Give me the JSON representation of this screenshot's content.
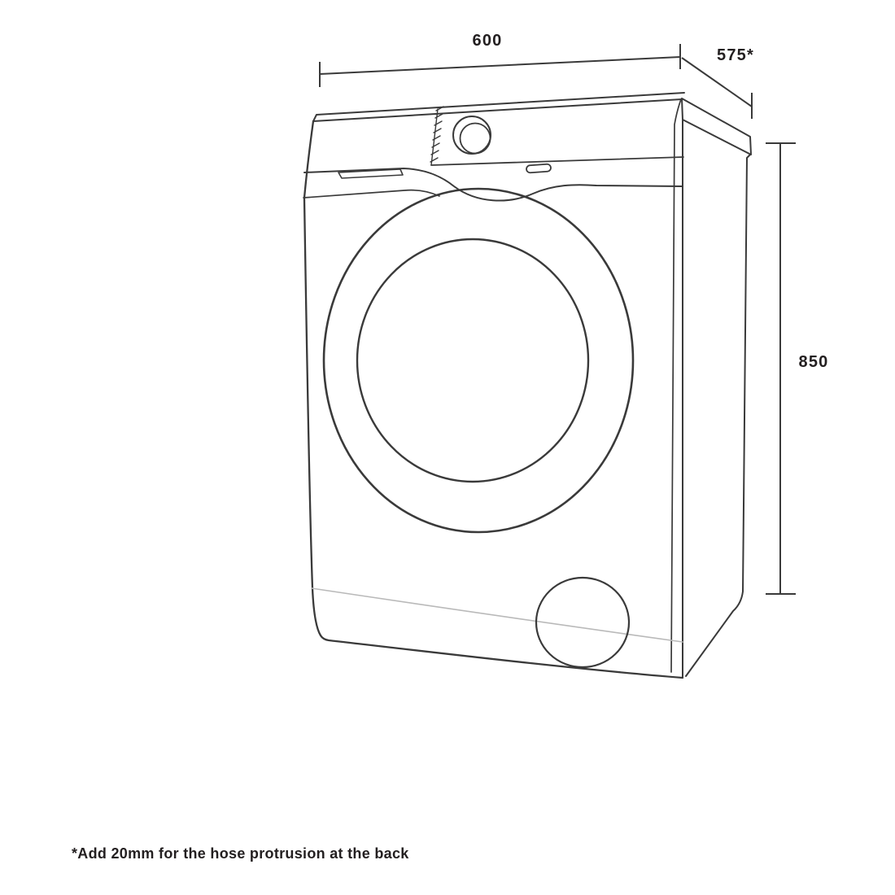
{
  "diagram": {
    "dimensions": {
      "width": {
        "label": "600"
      },
      "depth": {
        "label": "575*"
      },
      "height": {
        "label": "850"
      }
    },
    "footnote": "*Add 20mm for the hose protrusion at the back",
    "colors": {
      "line": "#3a3a3a",
      "faint_line": "#b9b9b9",
      "text": "#231f20",
      "background": "#ffffff"
    }
  }
}
